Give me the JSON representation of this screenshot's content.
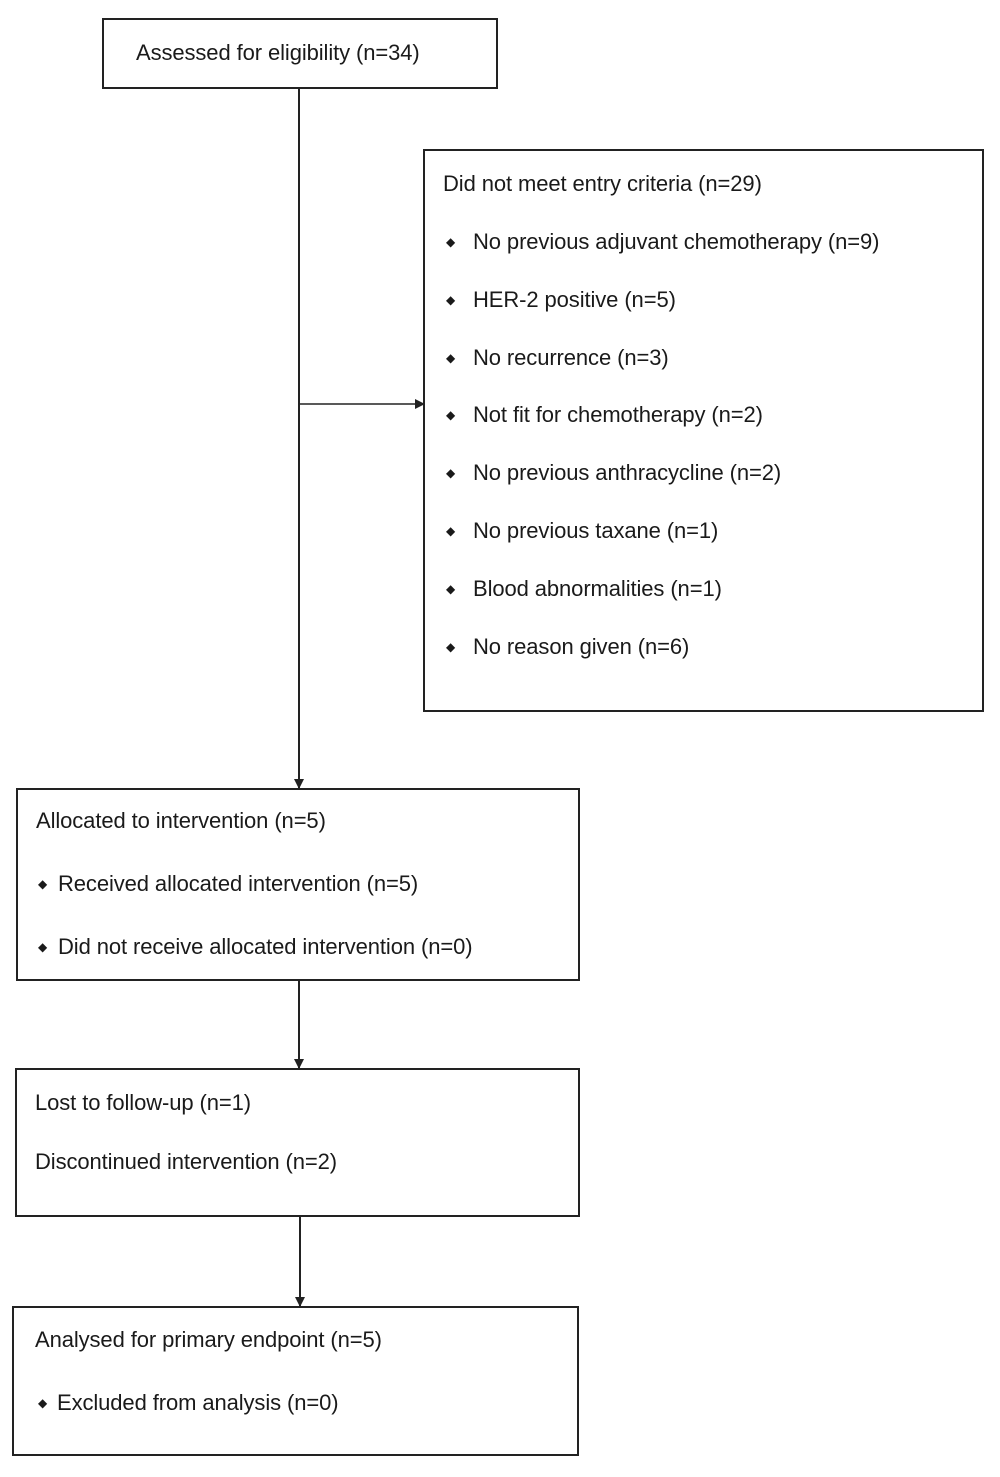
{
  "assessed": {
    "label": "Assessed for eligibility (n=34)"
  },
  "excluded": {
    "title": "Did not meet entry criteria (n=29)",
    "items": [
      "No previous adjuvant chemotherapy (n=9)",
      "HER-2 positive (n=5)",
      "No recurrence (n=3)",
      "Not fit for chemotherapy (n=2)",
      "No previous anthracycline (n=2)",
      "No previous taxane (n=1)",
      "Blood abnormalities (n=1)",
      "No reason given (n=6)"
    ]
  },
  "allocated": {
    "title": "Allocated to intervention (n=5)",
    "items": [
      "Received allocated intervention (n=5)",
      "Did not receive allocated intervention (n=0)"
    ]
  },
  "followup": {
    "lost": "Lost to follow-up (n=1)",
    "discontinued": "Discontinued intervention (n=2)"
  },
  "analysis": {
    "title": "Analysed for primary endpoint (n=5)",
    "items": [
      "Excluded from analysis (n=0)"
    ]
  },
  "bullet_glyph": "◆",
  "colors": {
    "line": "#222222",
    "text": "#1a1a1a",
    "background": "#ffffff"
  }
}
